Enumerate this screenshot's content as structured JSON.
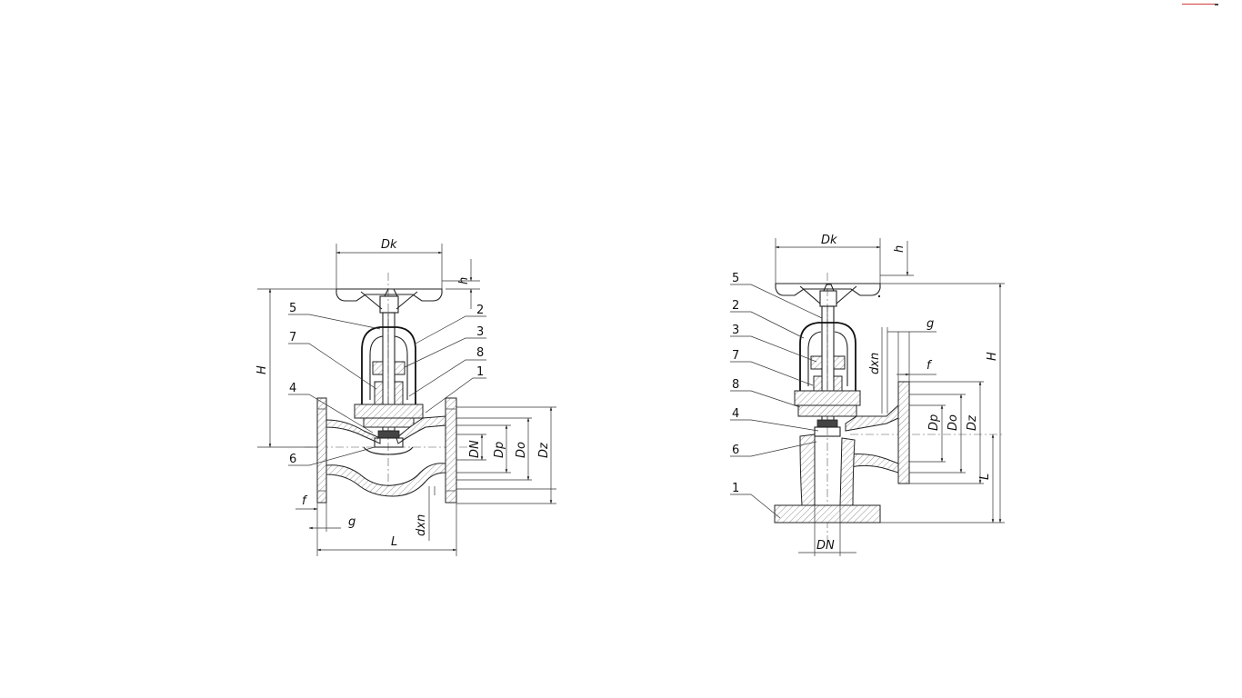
{
  "left_view": {
    "dimensions": {
      "Dk": "Dk",
      "h": "h",
      "H": "H",
      "DN": "DN",
      "Dp": "Dp",
      "Do": "Do",
      "Dz": "Dz",
      "f": "f",
      "g": "g",
      "dxn": "dxn",
      "L": "L"
    },
    "part_numbers": {
      "p5": "5",
      "p2": "2",
      "p3": "3",
      "p7": "7",
      "p8": "8",
      "p1": "1",
      "p4": "4",
      "p6": "6"
    }
  },
  "right_view": {
    "dimensions": {
      "Dk": "Dk",
      "h": "h",
      "g": "g",
      "dxn": "dxn",
      "f": "f",
      "H": "H",
      "Dp": "Dp",
      "Do": "Do",
      "Dz": "Dz",
      "L": "L",
      "DN": "DN"
    },
    "part_numbers": {
      "p5": "5",
      "p2": "2",
      "p3": "3",
      "p7": "7",
      "p8": "8",
      "p4": "4",
      "p6": "6",
      "p1": "1"
    }
  },
  "colors": {
    "line": "#222222",
    "background": "#ffffff",
    "corner_mark": "#d43c3c"
  }
}
